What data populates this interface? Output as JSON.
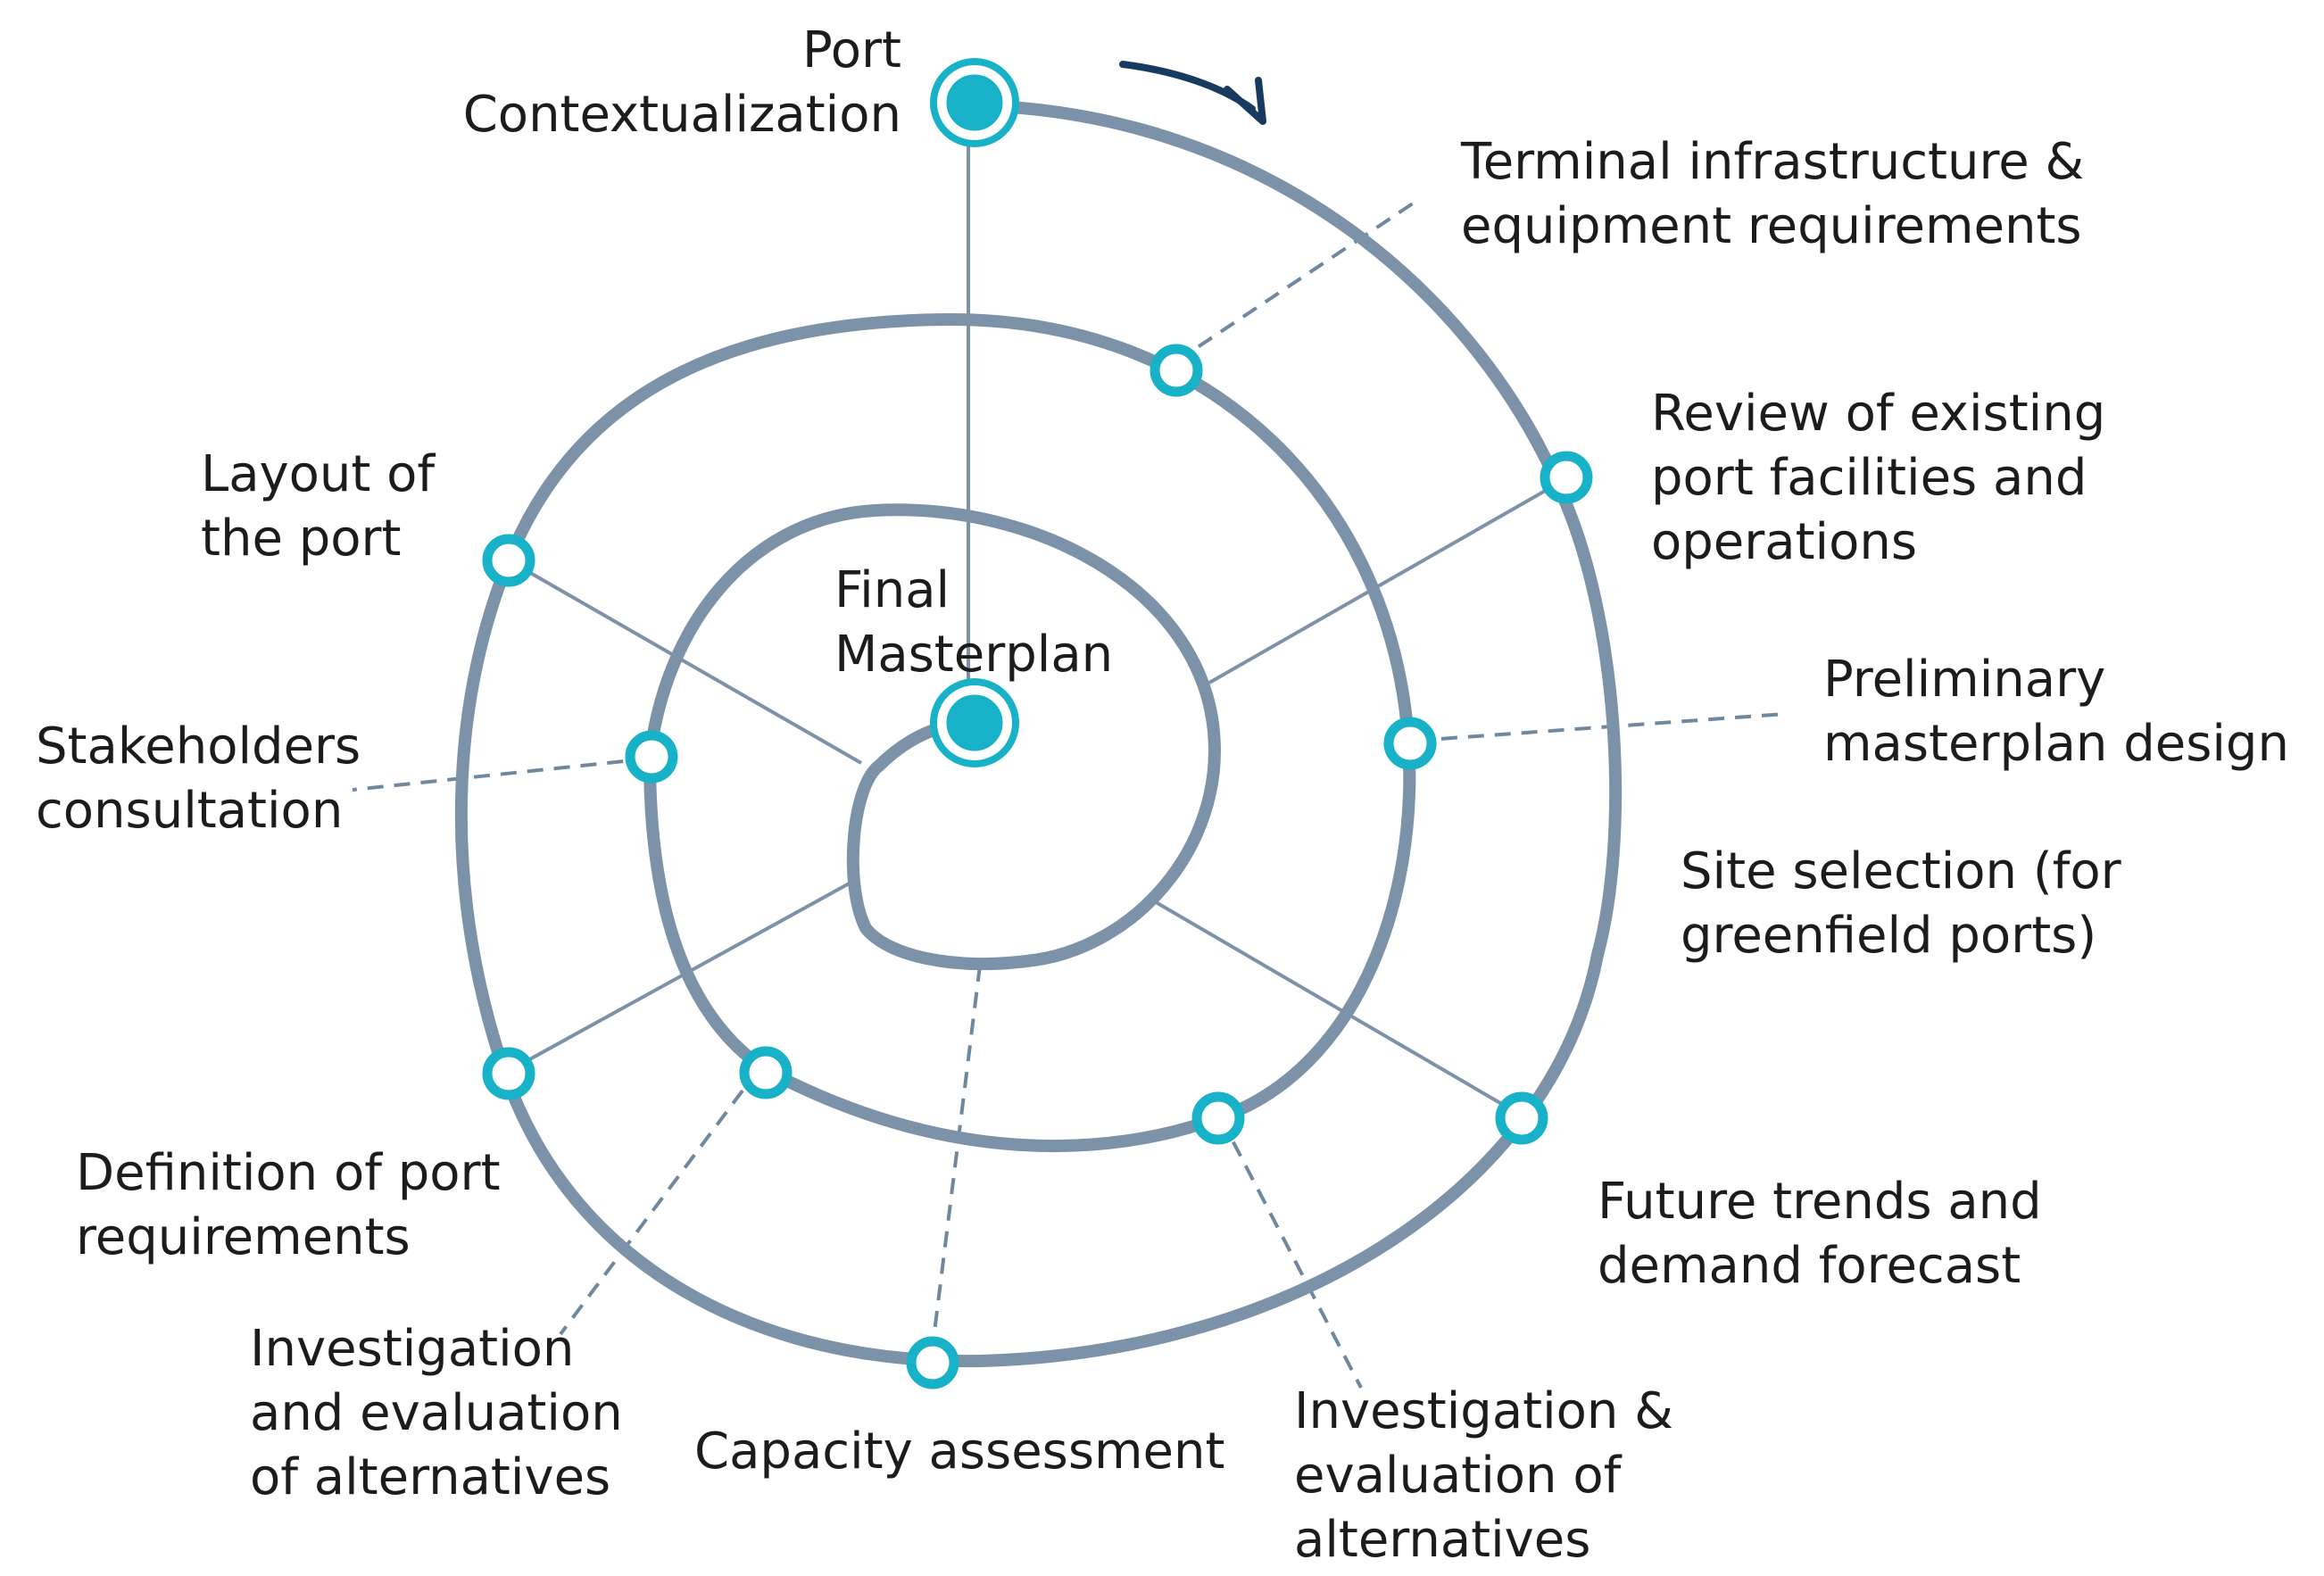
{
  "colors": {
    "accent": "#17b2c8",
    "spiral": "#7c92a9",
    "arrow": "#183a5f",
    "text": "#1c1c1c"
  },
  "start": {
    "lines": [
      "Port",
      "Contextualization"
    ]
  },
  "center": {
    "lines": [
      "Final",
      "Masterplan"
    ]
  },
  "stages": [
    {
      "id": "terminal-infrastructure",
      "lines": [
        "Terminal infrastructure &",
        "equipment requirements"
      ]
    },
    {
      "id": "review-existing-facilities",
      "lines": [
        "Review of existing",
        "port facilities and",
        "operations"
      ]
    },
    {
      "id": "preliminary-masterplan",
      "lines": [
        "Preliminary",
        "masterplan design"
      ]
    },
    {
      "id": "site-selection",
      "lines": [
        "Site selection (for",
        "greenfield ports)"
      ]
    },
    {
      "id": "future-trends",
      "lines": [
        "Future trends and",
        "demand forecast"
      ]
    },
    {
      "id": "investigation-evaluation-right",
      "lines": [
        "Investigation &",
        "evaluation of",
        "alternatives"
      ]
    },
    {
      "id": "capacity-assessment",
      "lines": [
        "Capacity assessment"
      ]
    },
    {
      "id": "investigation-evaluation-left",
      "lines": [
        "Investigation",
        "and  evaluation",
        "of alternatives"
      ]
    },
    {
      "id": "port-requirements",
      "lines": [
        "Definition of port",
        "requirements"
      ]
    },
    {
      "id": "stakeholders-consultation",
      "lines": [
        "Stakeholders",
        "consultation"
      ]
    },
    {
      "id": "layout-of-port",
      "lines": [
        "Layout of",
        "the port"
      ]
    }
  ]
}
